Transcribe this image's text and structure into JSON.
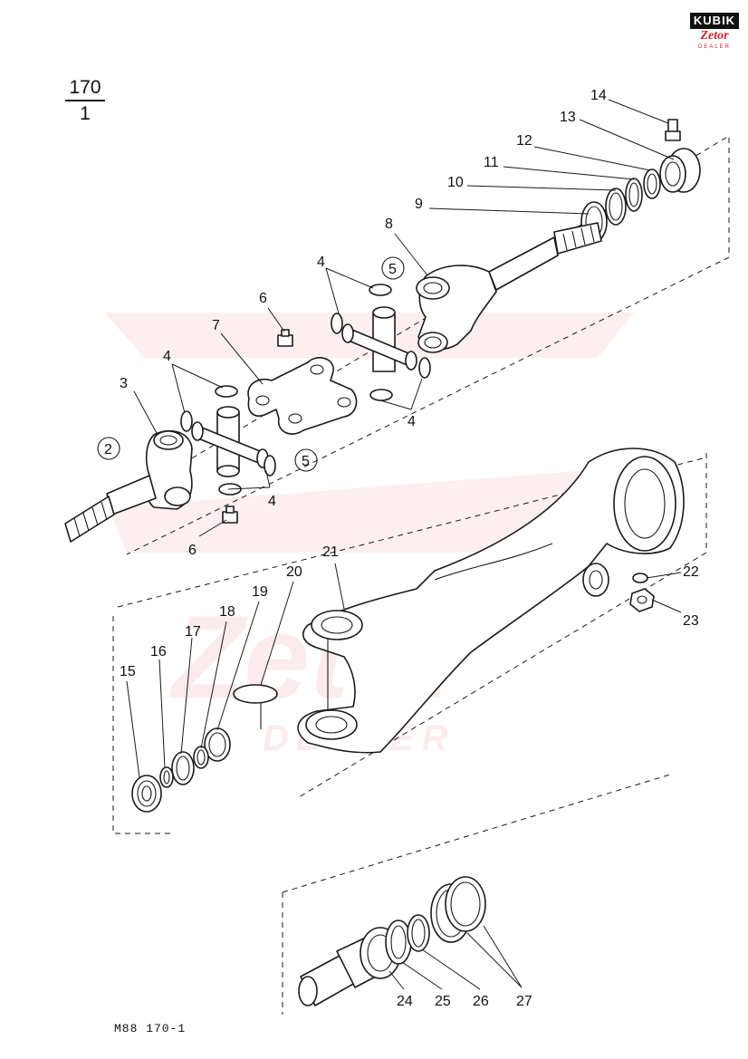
{
  "page": {
    "fraction_numerator": "170",
    "fraction_denominator": "1",
    "footer": "M88  170-1"
  },
  "logo": {
    "brand": "KUBIK",
    "sub": "Zetor",
    "tag": "DEALER",
    "brand_color": "#111111",
    "accent_color": "#d0202c"
  },
  "watermark": {
    "word": "Zetor",
    "tag": "DEALER",
    "color": "#e8434f"
  },
  "callouts": [
    {
      "id": "c14",
      "text": "14"
    },
    {
      "id": "c13",
      "text": "13"
    },
    {
      "id": "c12",
      "text": "12"
    },
    {
      "id": "c11",
      "text": "11"
    },
    {
      "id": "c10",
      "text": "10"
    },
    {
      "id": "c9",
      "text": "9"
    },
    {
      "id": "c8",
      "text": "8"
    },
    {
      "id": "c5a",
      "text": "5"
    },
    {
      "id": "c4a",
      "text": "4"
    },
    {
      "id": "c6a",
      "text": "6"
    },
    {
      "id": "c7",
      "text": "7"
    },
    {
      "id": "c4b",
      "text": "4"
    },
    {
      "id": "c3",
      "text": "3"
    },
    {
      "id": "c4c",
      "text": "4"
    },
    {
      "id": "c2",
      "text": "2"
    },
    {
      "id": "c5b",
      "text": "5"
    },
    {
      "id": "c4d",
      "text": "4"
    },
    {
      "id": "c6b",
      "text": "6"
    },
    {
      "id": "c21",
      "text": "21"
    },
    {
      "id": "c20",
      "text": "20"
    },
    {
      "id": "c19",
      "text": "19"
    },
    {
      "id": "c18",
      "text": "18"
    },
    {
      "id": "c17",
      "text": "17"
    },
    {
      "id": "c16",
      "text": "16"
    },
    {
      "id": "c15",
      "text": "15"
    },
    {
      "id": "c22",
      "text": "22"
    },
    {
      "id": "c23",
      "text": "23"
    },
    {
      "id": "c24",
      "text": "24"
    },
    {
      "id": "c25",
      "text": "25"
    },
    {
      "id": "c26",
      "text": "26"
    },
    {
      "id": "c27",
      "text": "27"
    }
  ]
}
